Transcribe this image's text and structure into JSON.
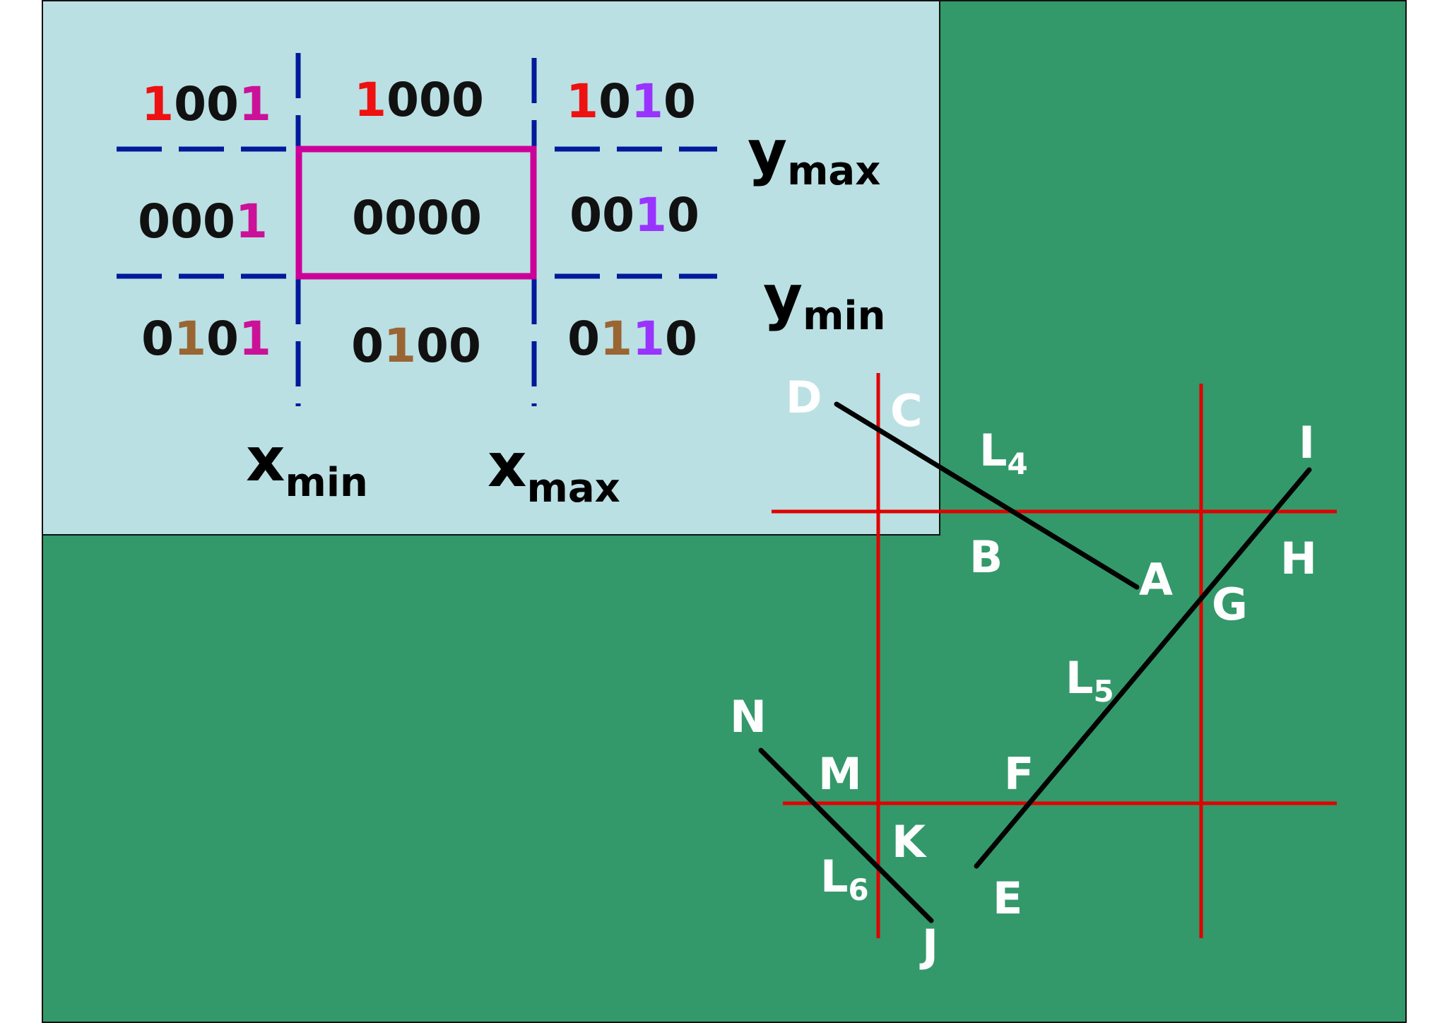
{
  "colors": {
    "panel_bg": "#34996a",
    "inset_bg": "#bbe0e3",
    "clip_window": "#cc0099",
    "dashed_lines": "#001a99",
    "grid_lines": "#e00000",
    "segments": "#000000",
    "bit_red": "#ee1111",
    "bit_magenta": "#cc1199",
    "bit_brown": "#996633",
    "bit_purple": "#9933ff",
    "bit_black": "#111111",
    "label_text": "#ffffff"
  },
  "region_codes": [
    {
      "id": "top-left",
      "bits": [
        "1",
        "0",
        "0",
        "1"
      ],
      "colors": [
        "bit_red",
        "bit_black",
        "bit_black",
        "bit_magenta"
      ]
    },
    {
      "id": "top-center",
      "bits": [
        "1",
        "0",
        "0",
        "0"
      ],
      "colors": [
        "bit_red",
        "bit_black",
        "bit_black",
        "bit_black"
      ]
    },
    {
      "id": "top-right",
      "bits": [
        "1",
        "0",
        "1",
        "0"
      ],
      "colors": [
        "bit_red",
        "bit_black",
        "bit_purple",
        "bit_black"
      ]
    },
    {
      "id": "middle-left",
      "bits": [
        "0",
        "0",
        "0",
        "1"
      ],
      "colors": [
        "bit_black",
        "bit_black",
        "bit_black",
        "bit_magenta"
      ]
    },
    {
      "id": "middle-center",
      "bits": [
        "0",
        "0",
        "0",
        "0"
      ],
      "colors": [
        "bit_black",
        "bit_black",
        "bit_black",
        "bit_black"
      ]
    },
    {
      "id": "middle-right",
      "bits": [
        "0",
        "0",
        "1",
        "0"
      ],
      "colors": [
        "bit_black",
        "bit_black",
        "bit_purple",
        "bit_black"
      ]
    },
    {
      "id": "bottom-left",
      "bits": [
        "0",
        "1",
        "0",
        "1"
      ],
      "colors": [
        "bit_black",
        "bit_brown",
        "bit_black",
        "bit_magenta"
      ]
    },
    {
      "id": "bottom-center",
      "bits": [
        "0",
        "1",
        "0",
        "0"
      ],
      "colors": [
        "bit_black",
        "bit_brown",
        "bit_black",
        "bit_black"
      ]
    },
    {
      "id": "bottom-right",
      "bits": [
        "0",
        "1",
        "1",
        "0"
      ],
      "colors": [
        "bit_black",
        "bit_brown",
        "bit_purple",
        "bit_black"
      ]
    }
  ],
  "axis_labels": {
    "ymax": {
      "main": "y",
      "sub": "max"
    },
    "ymin": {
      "main": "y",
      "sub": "min"
    },
    "xmin": {
      "main": "x",
      "sub": "min"
    },
    "xmax": {
      "main": "x",
      "sub": "max"
    }
  },
  "points": [
    "A",
    "B",
    "C",
    "D",
    "E",
    "F",
    "G",
    "H",
    "I",
    "J",
    "K",
    "M",
    "N"
  ],
  "line_labels": [
    {
      "id": "L4",
      "main": "L",
      "sub": "4"
    },
    {
      "id": "L5",
      "main": "L",
      "sub": "5"
    },
    {
      "id": "L6",
      "main": "L",
      "sub": "6"
    }
  ]
}
